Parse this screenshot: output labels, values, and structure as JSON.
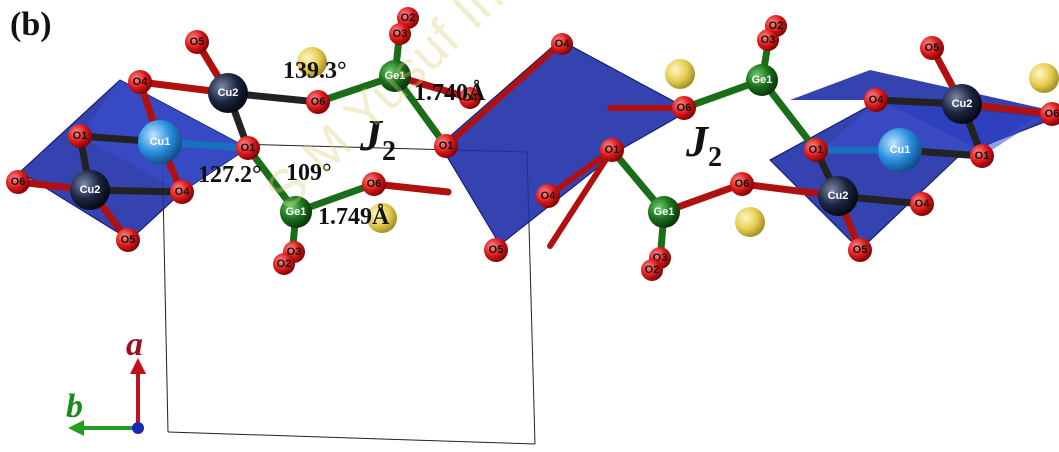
{
  "panel_label": "(b)",
  "measurements": {
    "angle_top": "139.3°",
    "bond_top": "1.740Å",
    "angle_left": "127.2°",
    "angle_mid": "109°",
    "bond_bottom": "1.749Å"
  },
  "exchange_label": {
    "letter": "J",
    "subscript": "2"
  },
  "axes": {
    "a": "a",
    "b": "b"
  },
  "watermark": "S M Yusuf Institute Pub",
  "atom_labels": {
    "cu1": "Cu1",
    "cu2": "Cu2",
    "ge1": "Ge1",
    "o1": "O1",
    "o2": "O2",
    "o3": "O3",
    "o4": "O4",
    "o5": "O5",
    "o6": "O6"
  },
  "colors": {
    "polyhedron": "#1f2fa8",
    "cu1": "#2a8fe0",
    "cu2": "#1b2440",
    "ge": "#1a6e1a",
    "oxygen": "#dd1a1a",
    "cation": "#e6cf55",
    "axis_a": "#9a1020",
    "axis_b": "#1a8a1a"
  }
}
